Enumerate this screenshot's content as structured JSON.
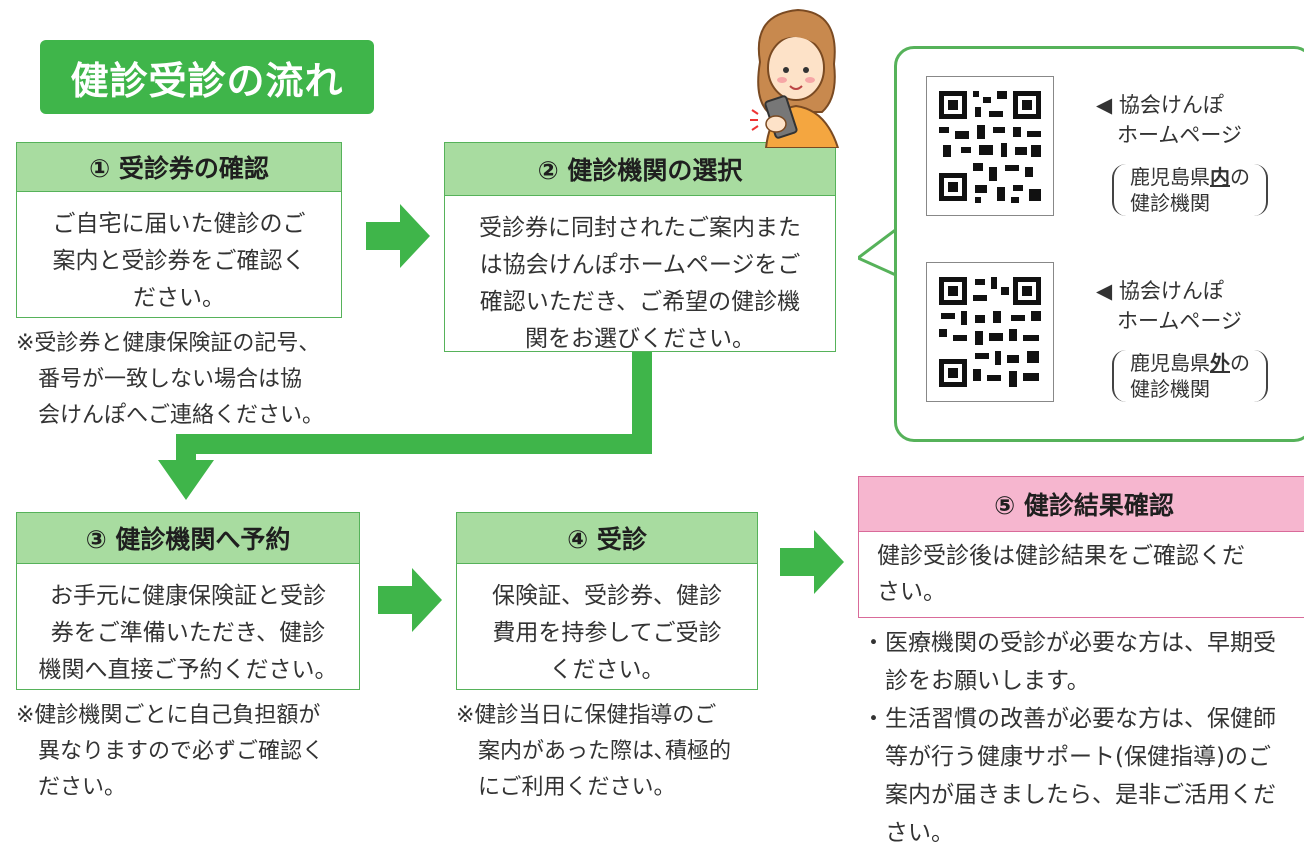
{
  "title": "健診受診の流れ",
  "steps": [
    {
      "header": "① 受診券の確認",
      "body": "ご自宅に届いた健診のご\n案内と受診券をご確認く\nださい。",
      "note": "※受診券と健康保険証の記号、\n　番号が一致しない場合は協\n　会けんぽへご連絡ください。"
    },
    {
      "header": "② 健診機関の選択",
      "body": "受診券に同封されたご案内また\nは協会けんぽホームページをご\n確認いただき、ご希望の健診機\n関をお選びください。"
    },
    {
      "header": "③ 健診機関へ予約",
      "body": "お手元に健康保険証と受診\n券をご準備いただき、健診\n機関へ直接ご予約ください。",
      "note": "※健診機関ごとに自己負担額が\n　異なりますので必ずご確認く\n　ださい。"
    },
    {
      "header": "④ 受診",
      "body": "保険証、受診券、健診\n費用を持参してご受診\nください。",
      "note": "※健診当日に保健指導のご\n　案内があった際は､積極的\n　にご利用ください。"
    },
    {
      "header": "⑤ 健診結果確認",
      "body": "健診受診後は健診結果をご確認くだ\nさい。",
      "bullets": [
        "・医療機関の受診が必要な方は、早期受\n　診をお願いします。",
        "・生活習慣の改善が必要な方は、保健師\n　等が行う健康サポート(保健指導)のご\n　案内が届きましたら、是非ご活用くだ\n　さい。"
      ]
    }
  ],
  "qr_links": [
    {
      "label": "◀ 協会けんぽ\n　ホームページ",
      "sub_prefix": "鹿児島県",
      "sub_emph": "内",
      "sub_suffix": "の",
      "sub_line2": "健診機関"
    },
    {
      "label": "◀ 協会けんぽ\n　ホームページ",
      "sub_prefix": "鹿児島県",
      "sub_emph": "外",
      "sub_suffix": "の",
      "sub_line2": "健診機関"
    }
  ],
  "colors": {
    "green_accent": "#3fb54a",
    "green_header": "#a8dca0",
    "pink_header": "#f6b6cf"
  }
}
